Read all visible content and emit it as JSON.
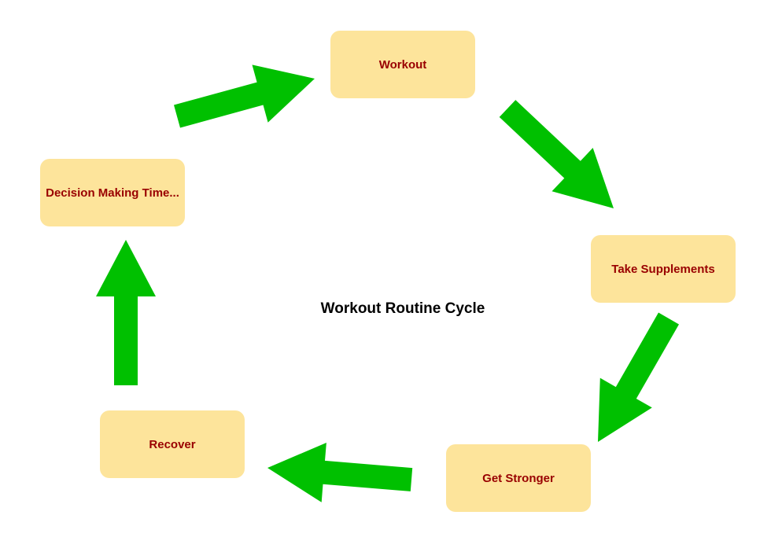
{
  "colors": {
    "node_fill": "#fde49b",
    "node_text": "#990000",
    "arrow": "#00c000",
    "title": "#000000"
  },
  "diagram": {
    "title": "Workout Routine Cycle",
    "nodes": [
      {
        "id": "workout",
        "label": "Workout"
      },
      {
        "id": "supplements",
        "label": "Take Supplements"
      },
      {
        "id": "stronger",
        "label": "Get Stronger"
      },
      {
        "id": "recover",
        "label": "Recover"
      },
      {
        "id": "decision",
        "label": "Decision Making Time..."
      }
    ],
    "edges": [
      {
        "from": "workout",
        "to": "supplements"
      },
      {
        "from": "supplements",
        "to": "stronger"
      },
      {
        "from": "stronger",
        "to": "recover"
      },
      {
        "from": "recover",
        "to": "decision"
      },
      {
        "from": "decision",
        "to": "workout"
      }
    ]
  }
}
